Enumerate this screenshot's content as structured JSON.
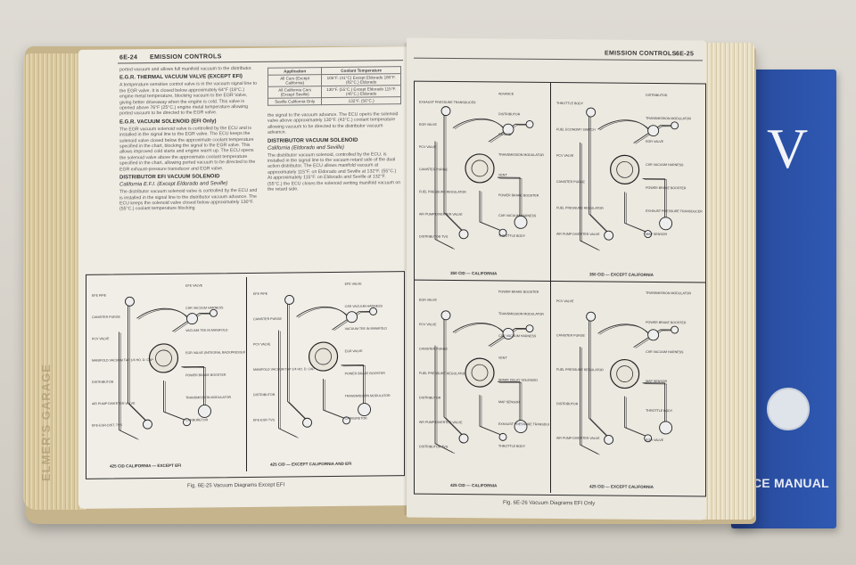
{
  "left_page": {
    "header_num": "6E-24",
    "header_title": "EMISSION CONTROLS",
    "para_intro": "ported vacuum and allows full manifold vacuum to the distributor.",
    "sec_egr_title": "E.G.R. THERMAL VACUUM VALVE (EXCEPT EFI)",
    "sec_egr_text": "A temperature sensitive control valve is in the vacuum signal line to the EGR valve. It is closed below approximately 64°F (18°C.) engine metal temperature, blocking vacuum to the EGR Valve, giving better driveaway when the engine is cold. This valve is opened above 76°F (25°C.) engine metal temperature allowing ported vacuum to be directed to the EGR valve.",
    "sec_sol_title": "E.G.R. VACUUM SOLENOID (EFI Only)",
    "sec_sol_text": "The EGR vacuum solenoid valve is controlled by the ECU and is installed in the signal line to the EGR valve. The ECU keeps the solenoid valve closed below the approximate coolant temperature specified in the chart, blocking the signal to the EGR valve. This allows improved cold starts and engine warm up. The ECU opens the solenoid valve above the approximate coolant temperature specified in the chart, allowing ported vacuum to be directed to the EGR exhaust-pressure transducer and EGR valve.",
    "sec_dist_title": "DISTRIBUTOR EFI VACUUM SOLENOID",
    "sec_dist_sub": "California E.F.I. (Except Eldorado and Seville)",
    "sec_dist_text": "The distributor vacuum solenoid valve is controlled by the ECU and is installed in the signal line to the distributor vacuum advance. The ECU keeps the solenoid valve closed below approximately 130°F. (55°C.) coolant temperature blocking",
    "col2_text": "the signal to the vacuum advance. The ECU opens the solenoid valve above approximately 130°F. (43°C.) coolant temperature allowing vacuum to be directed to the distributor vacuum advance.",
    "col2_title": "DISTRIBUTOR VACUUM SOLENOID",
    "col2_sub": "California (Eldorado and Seville)",
    "col2_text2": "The distributor vacuum solenoid, controlled by the ECU, is installed in the signal line to the vacuum retard side of the dual action distributor. The ECU allows manifold vacuum at approximately 115°F. on Eldorado and Seville at 132°F. (55°C.) At approximately 115°F. on Eldorado and Seville at 132°F. (55°C.) the ECU closes the solenoid venting manifold vacuum on the retard side.",
    "table": {
      "col_app": "Application",
      "col_temp": "Coolant Temperature",
      "rows": [
        {
          "app": "All Cars (Except California)",
          "temp": "105°F. (41°C) Except Eldorado 180°F. (82°C.) Eldorado"
        },
        {
          "app": "All California Cars (Except Seville)",
          "temp": "130°F. (55°C.) Except Eldorado 115°F. (46°C.) Eldorado"
        },
        {
          "app": "Seville California Only",
          "temp": "132°F. (56°C.)"
        }
      ]
    },
    "diag1_caption": "425 CID CALIFORNIA — EXCEPT EFI",
    "diag2_caption": "425 CID — EXCEPT CALIFORNIA AND EFI",
    "diag1_labels": [
      "EFE VALVE",
      "CAR VACUUM HARNESS",
      "VACUUM TEE IN MANIFOLD",
      "EGR VALVE (INTEGRAL BACKPRESSURE)",
      "POWER BRAKE BOOSTER",
      "TRANSMISSION MODULATOR",
      "CARBURETOR",
      "EFE PIPE",
      "CANISTER PURGE",
      "PCV VALVE",
      "MANIFOLD VACUUM TAP 1/4 HO. D. CAP",
      "DISTRIBUTOR",
      "AIR PUMP DIVERTER VALVE",
      "EFE-EGR-DIST. TVS"
    ],
    "diag2_labels": [
      "EFE VALVE",
      "CAR VACUUM HARNESS",
      "VACUUM TEE IN MANIFOLD",
      "EGR VALVE",
      "POWER BRAKE BOOSTER",
      "TRANSMISSION MODULATOR",
      "CARBURETOR",
      "EFE PIPE",
      "CANISTER PURGE",
      "PCV VALVE",
      "MANIFOLD VACUUM TAP 1/4 HO. D. CAP",
      "DISTRIBUTOR",
      "EFE-EGR TVS"
    ],
    "fig_caption": "Fig. 6E-25 Vacuum Diagrams Except EFI"
  },
  "right_page": {
    "header_title": "EMISSION CONTROLS",
    "header_num": "6E-25",
    "diag_tl_caption": "350 CID — CALIFORNIA",
    "diag_tr_caption": "350 CID — EXCEPT CALIFORNIA",
    "diag_bl_caption": "425 CID — CALIFORNIA",
    "diag_br_caption": "425 CID — EXCEPT CALIFORNIA",
    "diag_tl_labels": [
      "ADVANCE",
      "DISTRIBUTOR",
      "RETARD",
      "TRANSMISSION MODULATOR",
      "VENT",
      "POWER BRAKE BOOSTER",
      "CAR VACUUM HARNESS",
      "THROTTLE BODY",
      "EXHAUST PRESSURE TRANSDUCER",
      "EGR VALVE",
      "PCV VALVE",
      "CANISTER PURGE",
      "FUEL PRESSURE REGULATOR",
      "AIR PUMP DIVERTER VALVE",
      "DISTRIBUTOR TVS"
    ],
    "diag_tr_labels": [
      "DISTRIBUTOR",
      "TRANSMISSION MODULATOR",
      "EGR VALVE",
      "CAR VACUUM HARNESS",
      "POWER BRAKE BOOSTER",
      "EXHAUST PRESSURE TRANSDUCER",
      "MAP SENSOR",
      "THROTTLE BODY",
      "FUEL ECONOMY SWITCH",
      "PCV VALVE",
      "CANISTER PURGE",
      "FUEL PRESSURE REGULATOR",
      "AIR PUMP DIVERTER VALVE"
    ],
    "diag_bl_labels": [
      "POWER BRAKE BOOSTER",
      "TRANSMISSION MODULATOR",
      "CAR VACUUM HARNESS",
      "VENT",
      "SPARK DELAY SOLENOID",
      "MAP SENSOR",
      "EXHAUST PRESSURE TRANSDUCER",
      "THROTTLE BODY",
      "EGR VALVE",
      "PCV VALVE",
      "CANISTER PURGE",
      "FUEL PRESSURE REGULATOR",
      "DISTRIBUTOR",
      "AIR PUMP DIVERTER VALVE",
      "DISTRIBUTOR TVS"
    ],
    "diag_br_labels": [
      "TRANSMISSION MODULATOR",
      "POWER BRAKE BOOSTER",
      "CAR VACUUM HARNESS",
      "MAP SENSOR",
      "THROTTLE BODY",
      "EGR VALVE",
      "PCV VALVE",
      "CANISTER PURGE",
      "FUEL PRESSURE REGULATOR",
      "DISTRIBUTOR",
      "AIR PUMP DIVERTER VALVE"
    ],
    "fig_caption": "Fig. 6E-26 Vacuum Diagrams EFI Only"
  },
  "edge_stamp": "ELMER'S GARAGE",
  "blue_book_title": "CE MANUAL",
  "colors": {
    "page": "#efece4",
    "edges": "#d8c79e",
    "blue_book": "#2a4fa3",
    "background": "#d9d6cf"
  }
}
